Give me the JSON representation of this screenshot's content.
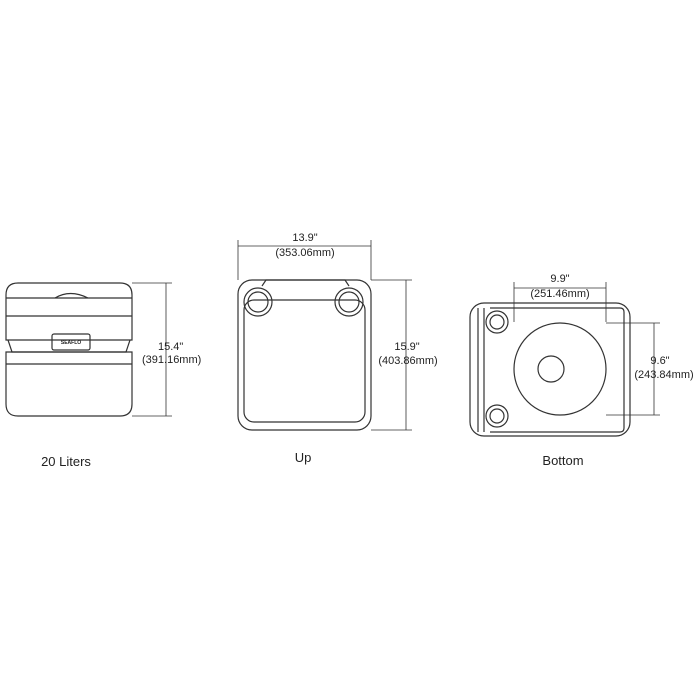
{
  "side_view": {
    "caption": "20 Liters",
    "brand_label": "SEAFLO",
    "height_in": "15.4\"",
    "height_mm": "(391.16mm)"
  },
  "top_view": {
    "caption": "Up",
    "width_in": "13.9\"",
    "width_mm": "(353.06mm)",
    "depth_in": "15.9\"",
    "depth_mm": "(403.86mm)"
  },
  "bottom_view": {
    "caption": "Bottom",
    "width_in": "9.9\"",
    "width_mm": "(251.46mm)",
    "height_in": "9.6\"",
    "height_mm": "(243.84mm)"
  }
}
